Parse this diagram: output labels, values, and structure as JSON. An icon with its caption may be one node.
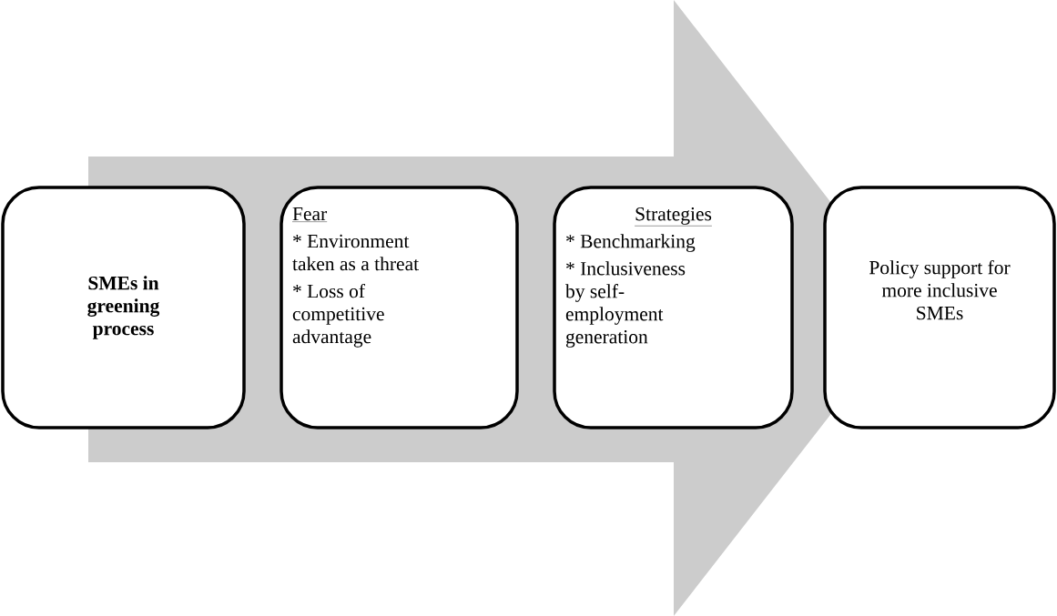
{
  "diagram": {
    "nodes": [
      {
        "text": [
          "SMEs in greening process"
        ]
      },
      {
        "text": [
          "Fear",
          "* Environment taken as  a threat",
          "* Loss of competitive advantage"
        ]
      },
      {
        "text": [
          "Strategies",
          "* Benchmarking",
          "* Inclusiveness by self-employment generation"
        ]
      },
      {
        "text": [
          "Policy support for more inclusive SMEs"
        ]
      }
    ],
    "edges": [
      {
        "from": 0,
        "to": 3,
        "arrow": "to"
      }
    ]
  }
}
